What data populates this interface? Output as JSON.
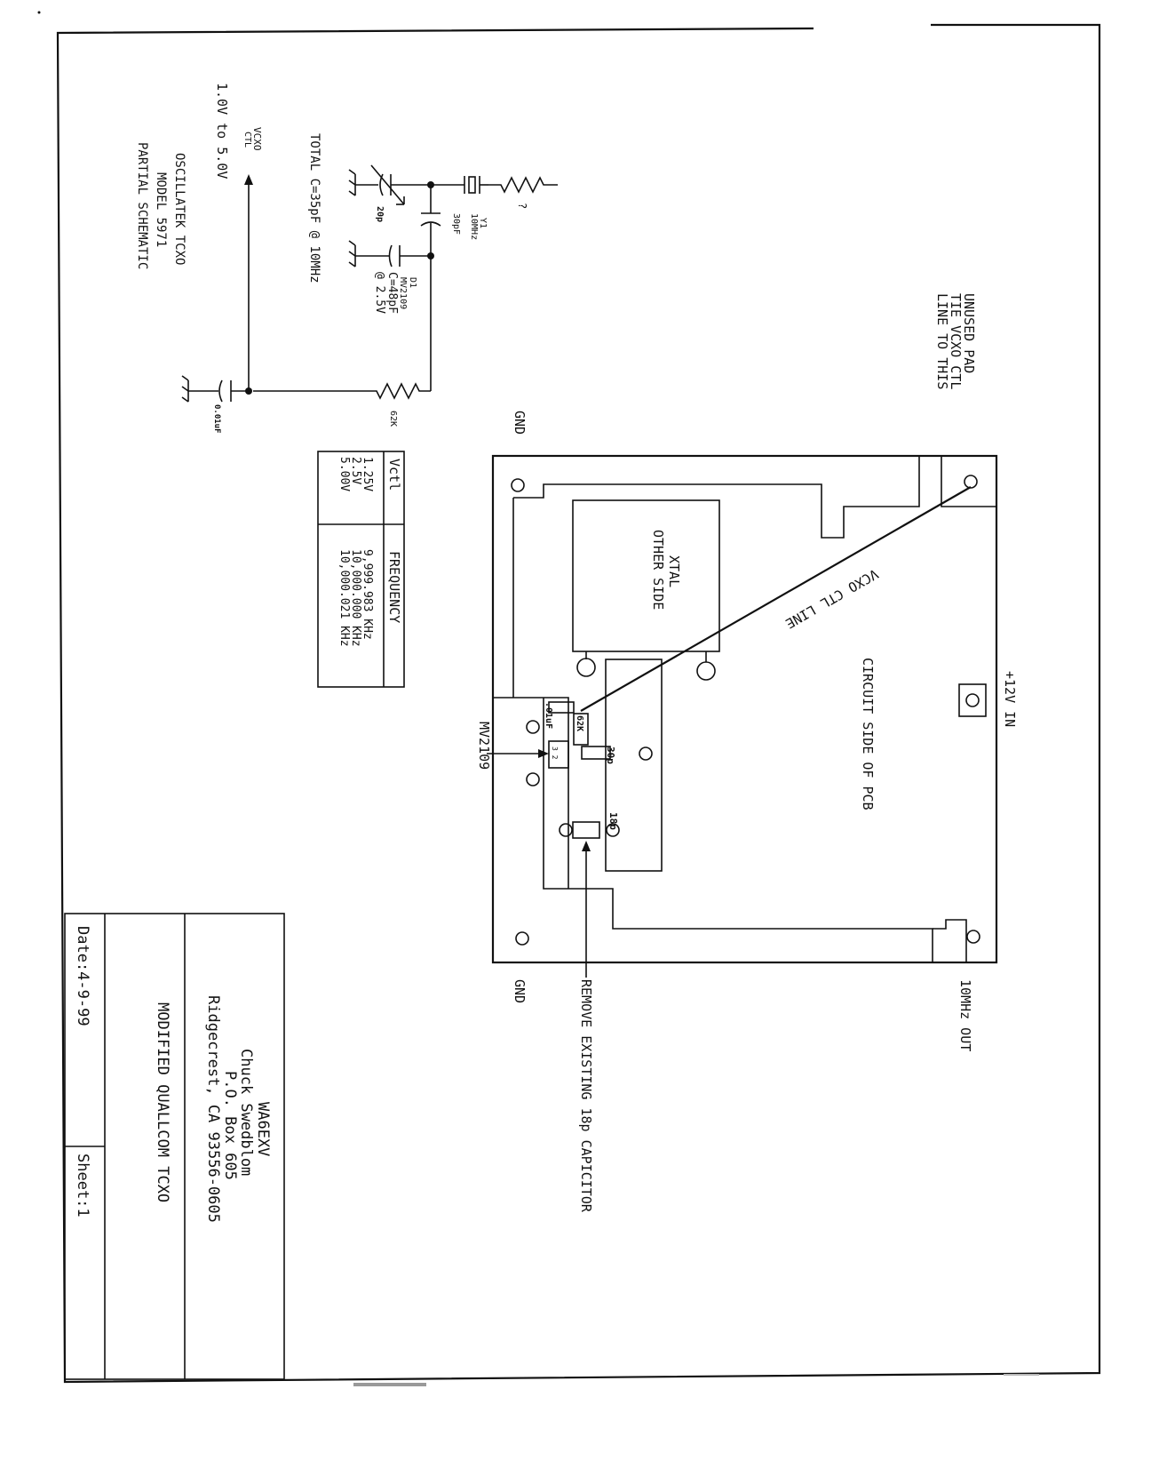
{
  "schematic": {
    "resistor_unknown": "?",
    "crystal_name": "Y1",
    "crystal_freq": "10MHz",
    "cap_series": "30pF",
    "trimmer": "20p",
    "varactor_name": "D1",
    "varactor_part": "MV2109",
    "varactor_cap": "C=48pF",
    "varactor_bias": "@ 2.5V",
    "total_c": "TOTAL C=35pF @ 10MHz",
    "resistor_62k": "62K",
    "bypass_cap": "0.01uF",
    "vcxo_label": "VCXO",
    "ctl_label": "CTL",
    "vcxo_range": "1.0V to 5.0V",
    "title_line1": "OSCILLATEK TCXO",
    "title_line2": "MODEL 5971",
    "title_line3": "PARTIAL SCHEMATIC"
  },
  "table": {
    "col1_header": "Vctl",
    "col2_header": "FREQUENCY",
    "rows": [
      {
        "vctl": "1.25V",
        "freq": "9,999.983 KHz"
      },
      {
        "vctl": "2.5V",
        "freq": "10,000.000 KHz"
      },
      {
        "vctl": "5.00V",
        "freq": "10,000.021 KHz"
      }
    ]
  },
  "pcb": {
    "unused_pad_1": "UNUSED PAD",
    "unused_pad_2": "TIE VCXO CTL",
    "unused_pad_3": "LINE TO THIS",
    "gnd_top": "GND",
    "gnd_bottom": "GND",
    "plus12v": "+12V IN",
    "out_10mhz": "10MHz OUT",
    "xtal_1": "XTAL",
    "xtal_2": "OTHER SIDE",
    "vcxo_ctl_line": "VCXO CTL LINE",
    "circuit_side": "CIRCUIT SIDE OF PCB",
    "cap_01": ".01uF",
    "res_62k": "62K",
    "cap_30p": "30p",
    "varactor_mark": "3 2",
    "mv2109": "MV2109",
    "cap_18p": "18p",
    "remove_note": "REMOVE EXISTING 18p CAPICITOR"
  },
  "title_block": {
    "call": "WA6EXV",
    "name": "Chuck Swedblom",
    "box": "P.O. Box 605",
    "city": "Ridgecrest, CA 93556-0605",
    "title": "MODIFIED QUALLCOM TCXO",
    "date": "Date:4-9-99",
    "sheet": "Sheet:1"
  }
}
